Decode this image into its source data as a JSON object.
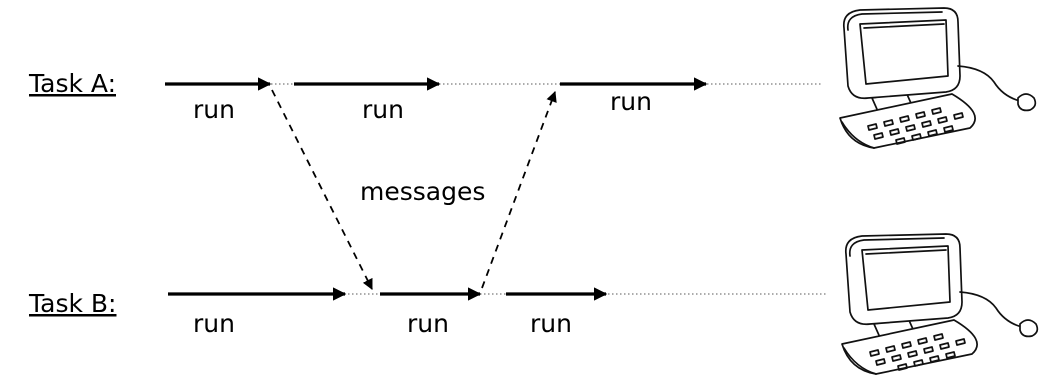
{
  "task_a": {
    "label": "Task A:",
    "runs": [
      "run",
      "run",
      "run"
    ]
  },
  "task_b": {
    "label": "Task B:",
    "runs": [
      "run",
      "run",
      "run"
    ]
  },
  "messages_label": "messages",
  "icons": {
    "task_a_machine": "computer-icon",
    "task_b_machine": "computer-icon"
  }
}
